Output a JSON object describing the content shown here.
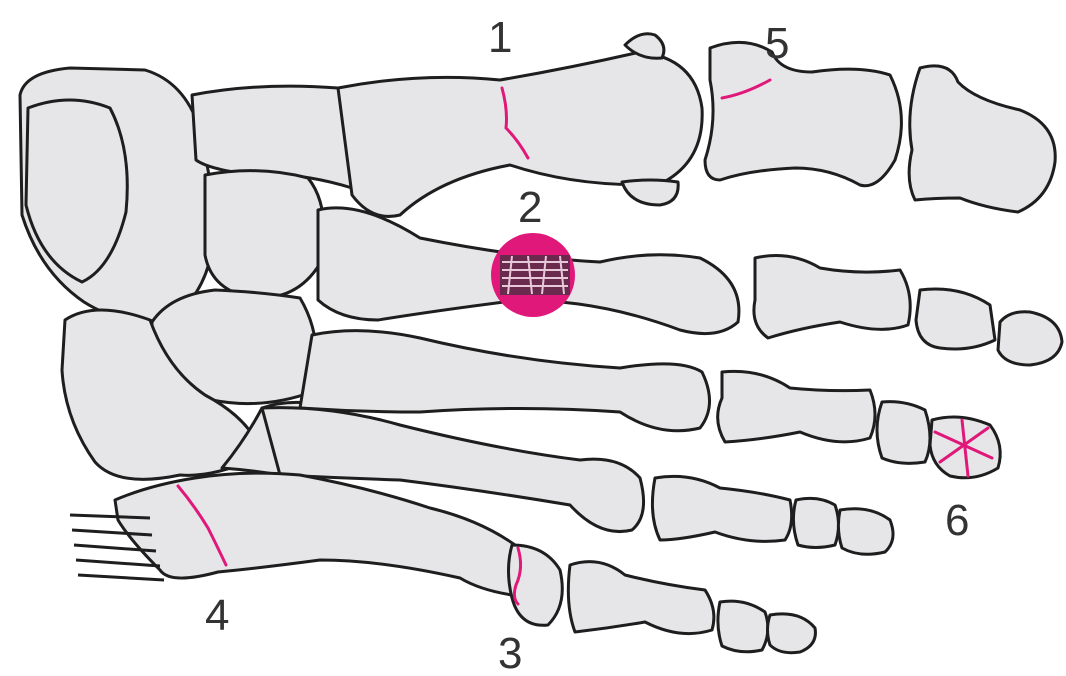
{
  "labels": {
    "l1": "1",
    "l2": "2",
    "l3": "3",
    "l4": "4",
    "l5": "5",
    "l6": "6"
  },
  "colors": {
    "bone_fill": "#e6e6e8",
    "outline": "#1e1e1e",
    "fracture": "#e0187a",
    "label": "#333333"
  }
}
